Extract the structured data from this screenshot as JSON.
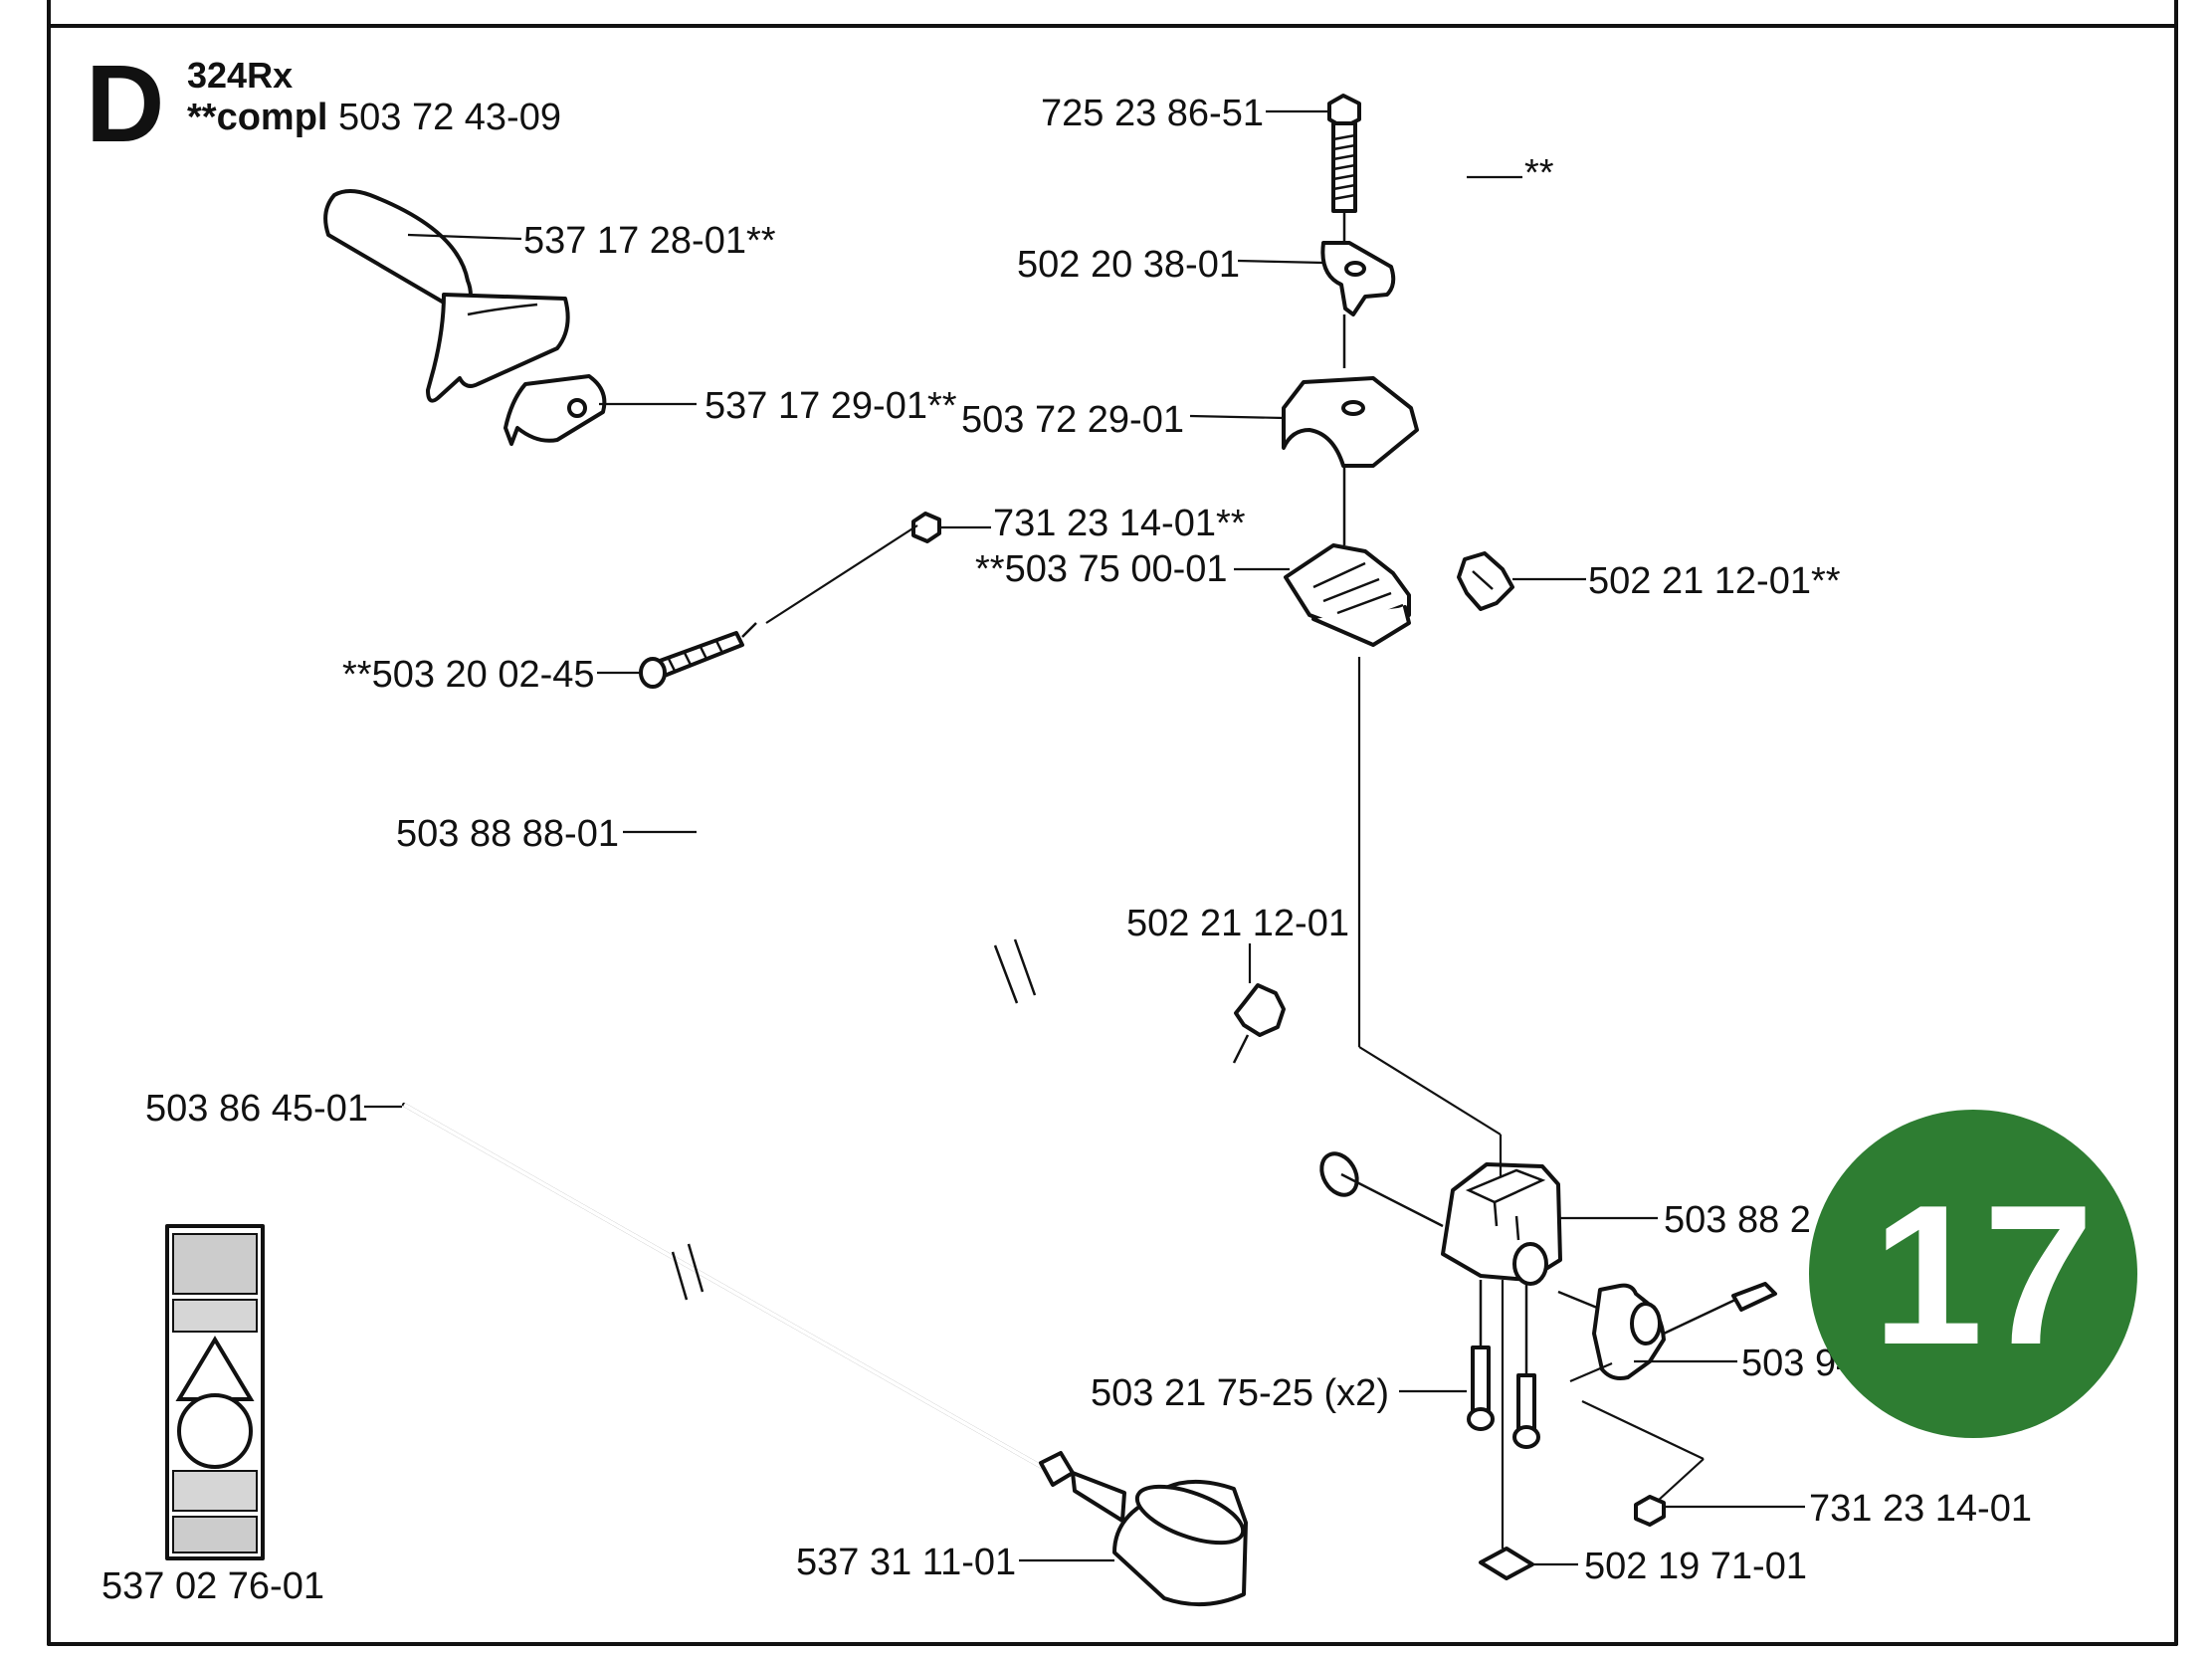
{
  "section": {
    "letter": "D",
    "model": "324Rx",
    "compl_prefix": "**compl",
    "compl_number": "503 72 43-09"
  },
  "page_badge": "17",
  "colors": {
    "badge": "#2e7d32",
    "line": "#111111",
    "background": "#ffffff"
  },
  "labels": {
    "p725_23_86_51": "725 23 86-51",
    "p_star": "**",
    "p537_17_28_01": "537 17 28-01**",
    "p502_20_38_01": "502 20 38-01",
    "p537_17_29_01": "537 17 29-01**",
    "p503_72_29_01": "503 72 29-01",
    "p731_23_14_01_star": "731 23 14-01**",
    "p503_75_00_01": "**503 75 00-01",
    "p502_21_12_01_star": "502 21 12-01**",
    "p503_20_02_45": "**503 20 02-45",
    "p503_88_88_01": "503 88 88-01",
    "p502_21_12_01": "502 21 12-01",
    "p503_86_45_01": "503 86 45-01",
    "p503_88_2x": "503 88 2",
    "p503_94": "503 94",
    "p503_21_75_25": "503 21 75-25 (x2)",
    "p731_23_14_01": "731 23 14-01",
    "p537_31_11_01": "537 31 11-01",
    "p502_19_71_01": "502 19 71-01",
    "p537_02_76_01": "537 02 76-01"
  }
}
